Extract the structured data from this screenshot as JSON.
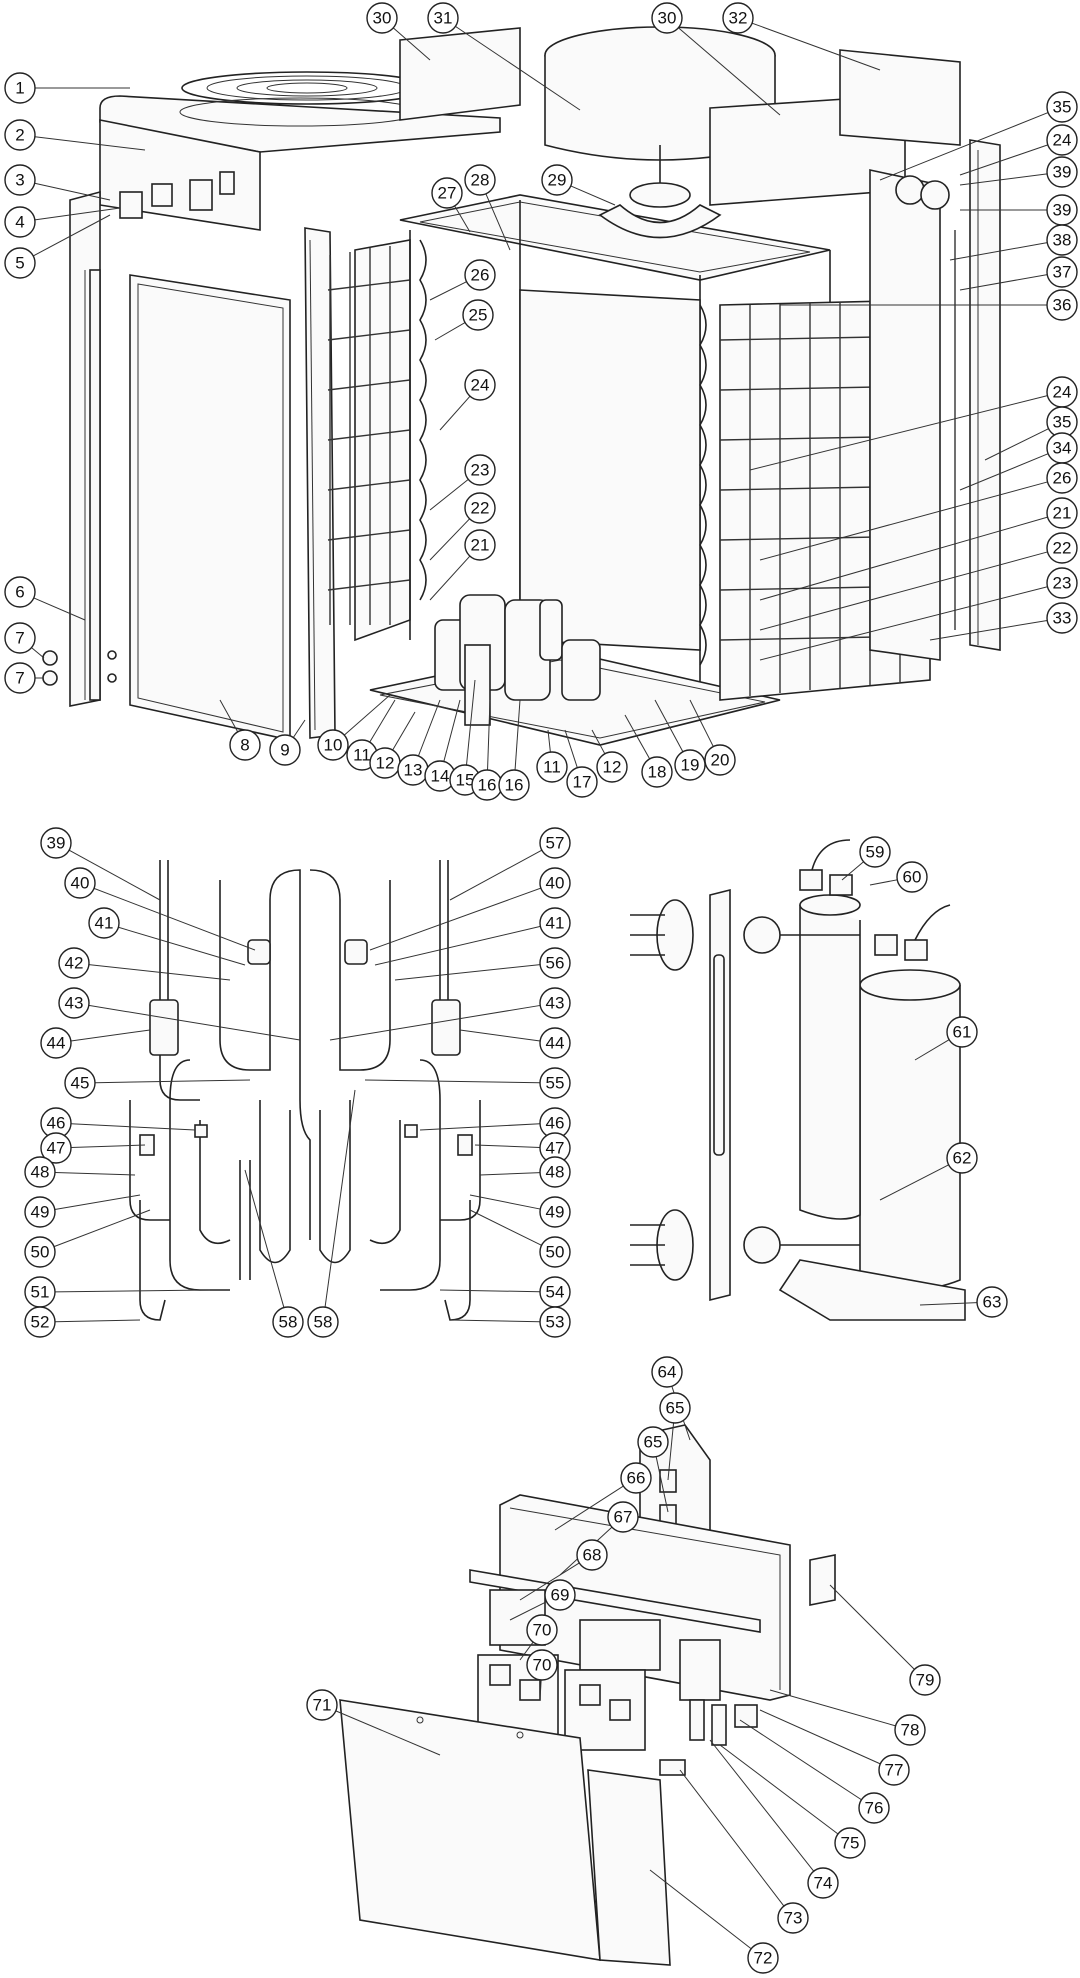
{
  "title": "",
  "callouts": [
    {
      "id": "1",
      "label": "1"
    },
    {
      "id": "2",
      "label": "2"
    },
    {
      "id": "3",
      "label": "3"
    },
    {
      "id": "4",
      "label": "4"
    },
    {
      "id": "5",
      "label": "5"
    },
    {
      "id": "6",
      "label": "6"
    },
    {
      "id": "7a",
      "label": "7"
    },
    {
      "id": "7b",
      "label": "7"
    },
    {
      "id": "8",
      "label": "8"
    },
    {
      "id": "9",
      "label": "9"
    },
    {
      "id": "10",
      "label": "10"
    },
    {
      "id": "11a",
      "label": "11"
    },
    {
      "id": "11b",
      "label": "11"
    },
    {
      "id": "12a",
      "label": "12"
    },
    {
      "id": "12b",
      "label": "12"
    },
    {
      "id": "13",
      "label": "13"
    },
    {
      "id": "14",
      "label": "14"
    },
    {
      "id": "15",
      "label": "15"
    },
    {
      "id": "16a",
      "label": "16"
    },
    {
      "id": "16b",
      "label": "16"
    },
    {
      "id": "17",
      "label": "17"
    },
    {
      "id": "18",
      "label": "18"
    },
    {
      "id": "19",
      "label": "19"
    },
    {
      "id": "20",
      "label": "20"
    },
    {
      "id": "21a",
      "label": "21"
    },
    {
      "id": "22a",
      "label": "22"
    },
    {
      "id": "23a",
      "label": "23"
    },
    {
      "id": "24a",
      "label": "24"
    },
    {
      "id": "25",
      "label": "25"
    },
    {
      "id": "26a",
      "label": "26"
    },
    {
      "id": "27",
      "label": "27"
    },
    {
      "id": "28",
      "label": "28"
    },
    {
      "id": "29",
      "label": "29"
    },
    {
      "id": "30a",
      "label": "30"
    },
    {
      "id": "30b",
      "label": "30"
    },
    {
      "id": "31",
      "label": "31"
    },
    {
      "id": "32",
      "label": "32"
    },
    {
      "id": "35a",
      "label": "35"
    },
    {
      "id": "24b",
      "label": "24"
    },
    {
      "id": "39a",
      "label": "39"
    },
    {
      "id": "39b",
      "label": "39"
    },
    {
      "id": "38",
      "label": "38"
    },
    {
      "id": "37",
      "label": "37"
    },
    {
      "id": "36",
      "label": "36"
    },
    {
      "id": "24c",
      "label": "24"
    },
    {
      "id": "35b",
      "label": "35"
    },
    {
      "id": "34",
      "label": "34"
    },
    {
      "id": "26b",
      "label": "26"
    },
    {
      "id": "21b",
      "label": "21"
    },
    {
      "id": "22b",
      "label": "22"
    },
    {
      "id": "23b",
      "label": "23"
    },
    {
      "id": "33",
      "label": "33"
    },
    {
      "id": "39c",
      "label": "39"
    },
    {
      "id": "40a",
      "label": "40"
    },
    {
      "id": "41a",
      "label": "41"
    },
    {
      "id": "42",
      "label": "42"
    },
    {
      "id": "43a",
      "label": "43"
    },
    {
      "id": "44a",
      "label": "44"
    },
    {
      "id": "45",
      "label": "45"
    },
    {
      "id": "46a",
      "label": "46"
    },
    {
      "id": "47a",
      "label": "47"
    },
    {
      "id": "48a",
      "label": "48"
    },
    {
      "id": "49a",
      "label": "49"
    },
    {
      "id": "50a",
      "label": "50"
    },
    {
      "id": "51",
      "label": "51"
    },
    {
      "id": "52",
      "label": "52"
    },
    {
      "id": "58a",
      "label": "58"
    },
    {
      "id": "58b",
      "label": "58"
    },
    {
      "id": "57",
      "label": "57"
    },
    {
      "id": "40b",
      "label": "40"
    },
    {
      "id": "41b",
      "label": "41"
    },
    {
      "id": "56",
      "label": "56"
    },
    {
      "id": "43b",
      "label": "43"
    },
    {
      "id": "44b",
      "label": "44"
    },
    {
      "id": "55",
      "label": "55"
    },
    {
      "id": "46b",
      "label": "46"
    },
    {
      "id": "47b",
      "label": "47"
    },
    {
      "id": "48b",
      "label": "48"
    },
    {
      "id": "49b",
      "label": "49"
    },
    {
      "id": "50b",
      "label": "50"
    },
    {
      "id": "54",
      "label": "54"
    },
    {
      "id": "53",
      "label": "53"
    },
    {
      "id": "59",
      "label": "59"
    },
    {
      "id": "60",
      "label": "60"
    },
    {
      "id": "61",
      "label": "61"
    },
    {
      "id": "62",
      "label": "62"
    },
    {
      "id": "63",
      "label": "63"
    },
    {
      "id": "64",
      "label": "64"
    },
    {
      "id": "65a",
      "label": "65"
    },
    {
      "id": "65b",
      "label": "65"
    },
    {
      "id": "66",
      "label": "66"
    },
    {
      "id": "67",
      "label": "67"
    },
    {
      "id": "68",
      "label": "68"
    },
    {
      "id": "69",
      "label": "69"
    },
    {
      "id": "70a",
      "label": "70"
    },
    {
      "id": "70b",
      "label": "70"
    },
    {
      "id": "71",
      "label": "71"
    },
    {
      "id": "72",
      "label": "72"
    },
    {
      "id": "73",
      "label": "73"
    },
    {
      "id": "74",
      "label": "74"
    },
    {
      "id": "75",
      "label": "75"
    },
    {
      "id": "76",
      "label": "76"
    },
    {
      "id": "77",
      "label": "77"
    },
    {
      "id": "78",
      "label": "78"
    },
    {
      "id": "79",
      "label": "79"
    }
  ]
}
